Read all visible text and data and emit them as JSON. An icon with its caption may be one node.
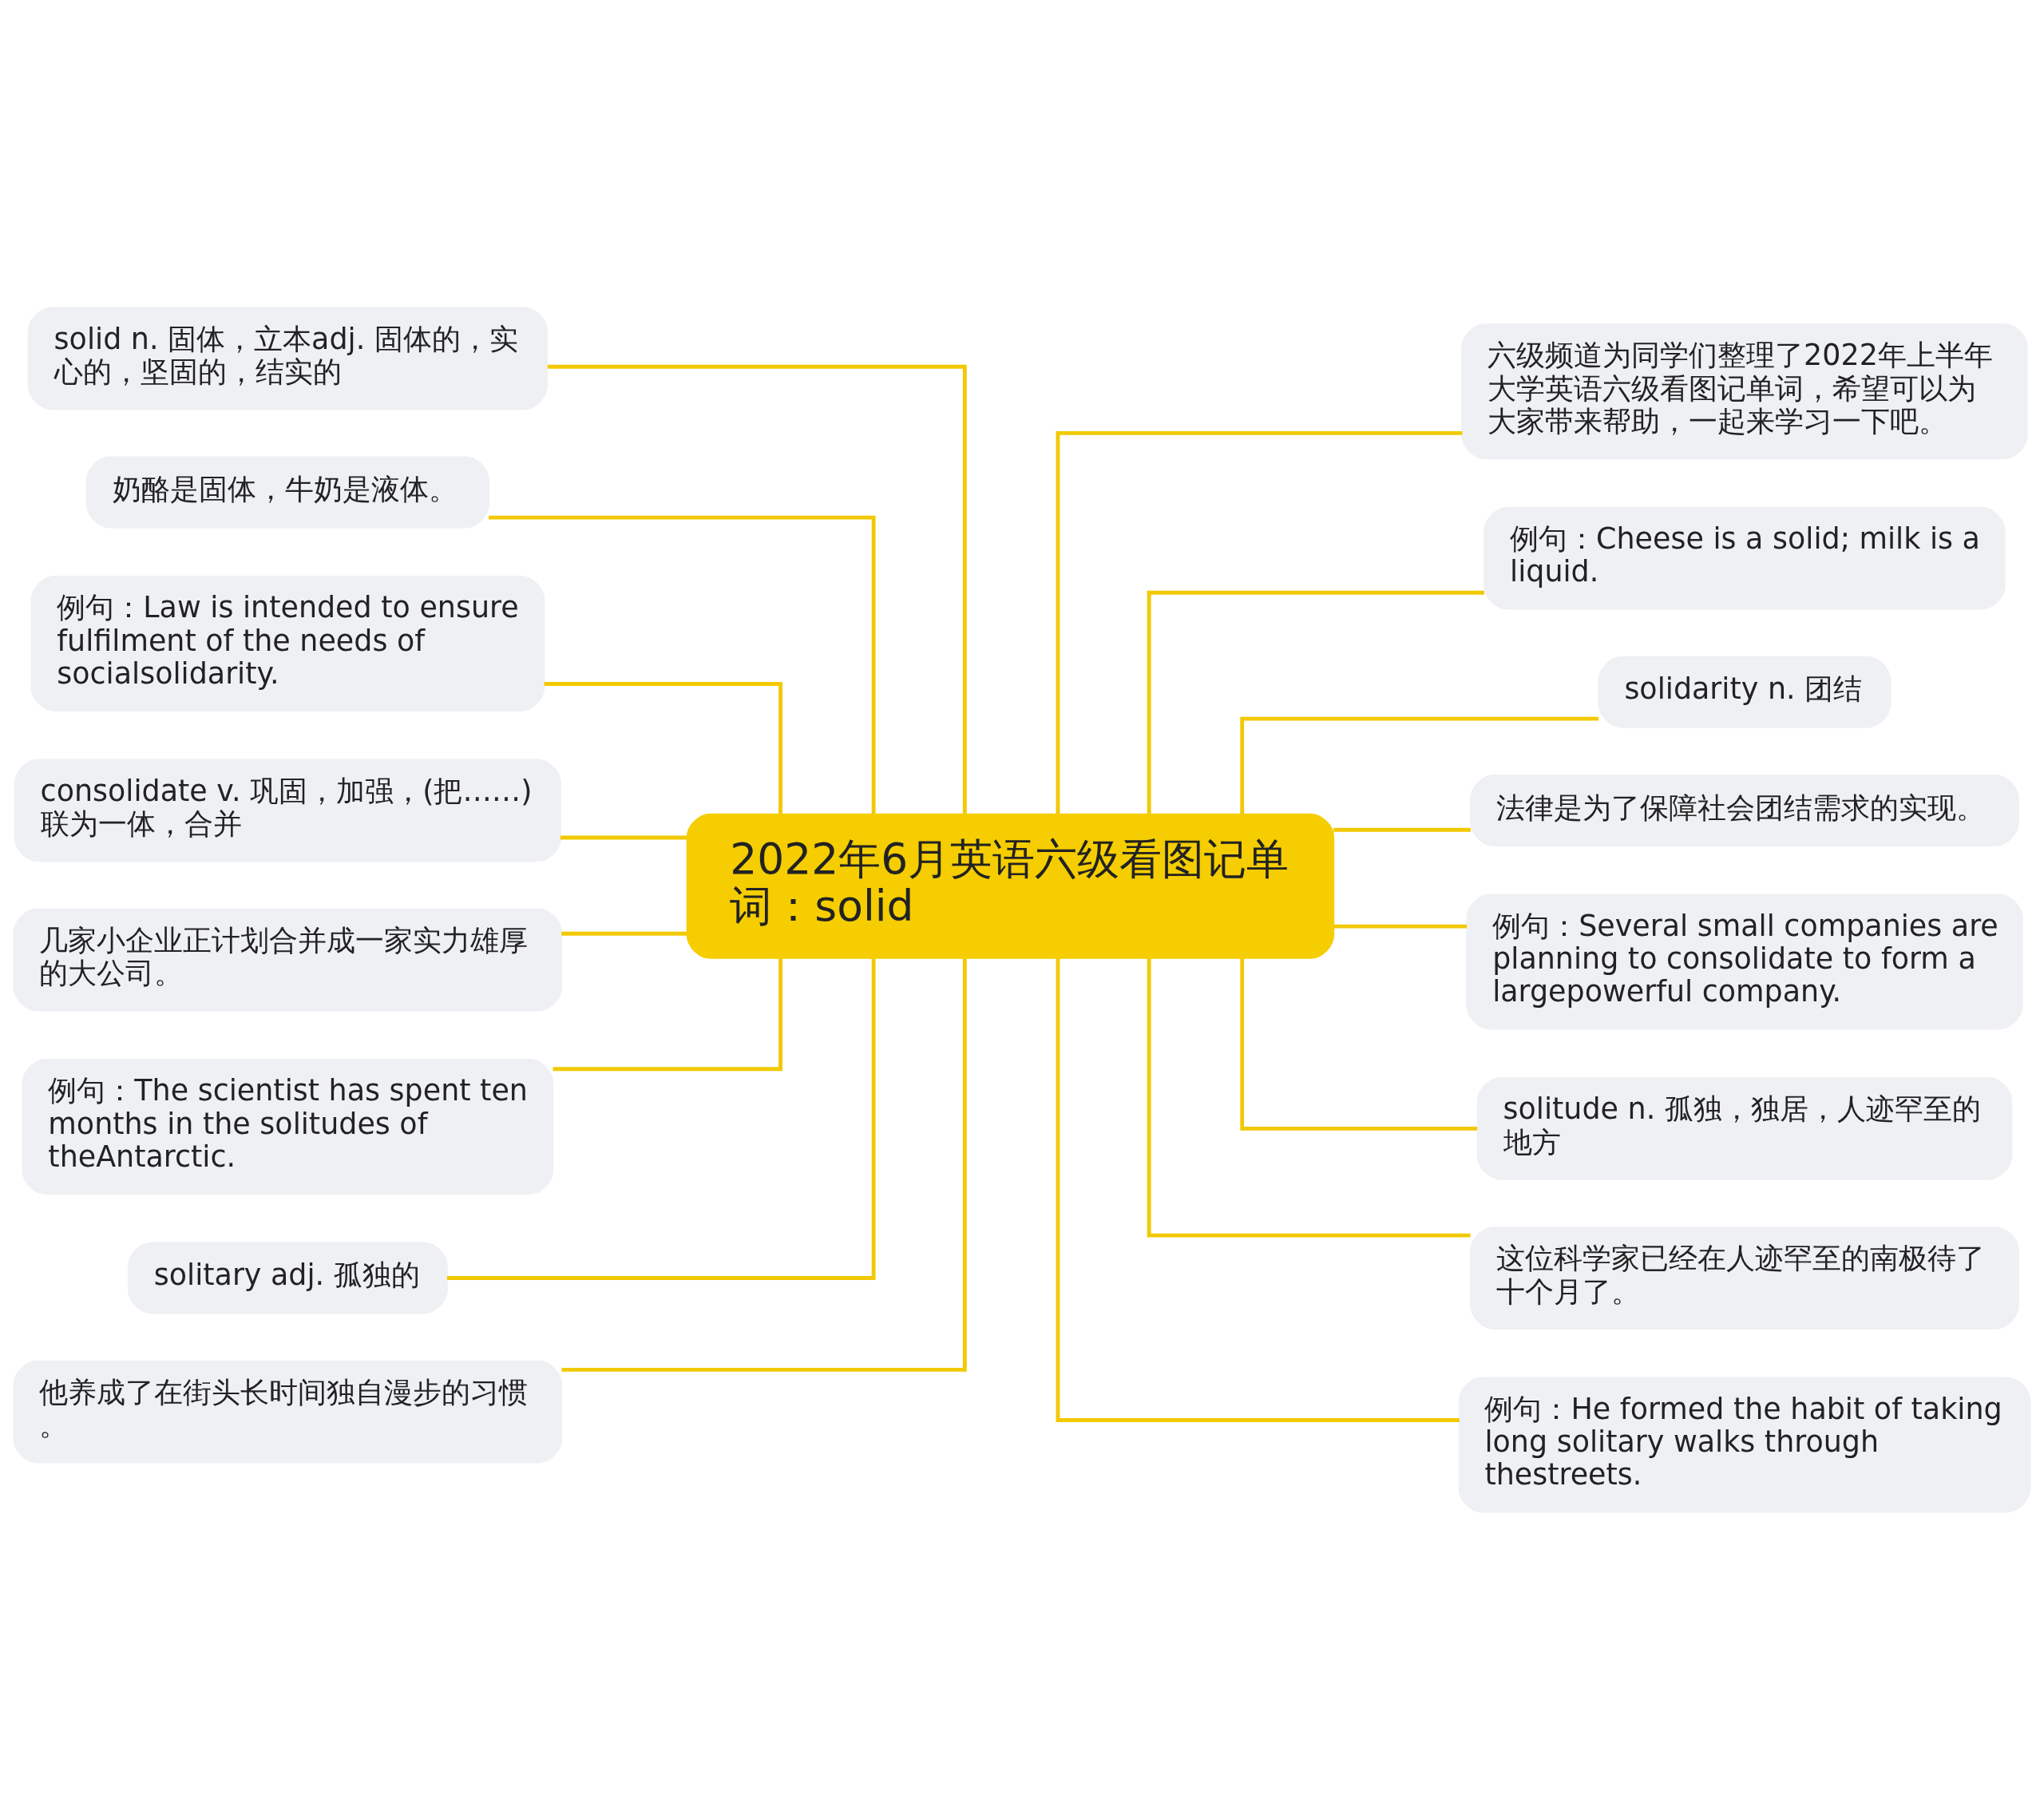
{
  "diagram": {
    "nodes": [
      {
        "text": [
          "2022年6月英语六级看图记单词：solid"
        ]
      },
      {
        "text": [
          "solid n. 固体，立本adj. 固体的，实心的，坚固的，结实的"
        ]
      },
      {
        "text": [
          "奶酪是固体，牛奶是液体。"
        ]
      },
      {
        "text": [
          "例句：Law is intended to ensure fulfilment of the needs of socialsolidarity."
        ]
      },
      {
        "text": [
          "consolidate v. 巩固，加强，(把……)联为一体，合并"
        ]
      },
      {
        "text": [
          "几家小企业正计划合并成一家实力雄厚的大公司。"
        ]
      },
      {
        "text": [
          "例句：The scientist has spent ten months in the solitudes of theAntarctic."
        ]
      },
      {
        "text": [
          "solitary adj. 孤独的"
        ]
      },
      {
        "text": [
          "他养成了在街头长时间独自漫步的习惯。"
        ]
      },
      {
        "text": [
          "六级频道为同学们整理了2022年上半年大学英语六级看图记单词，希望可以为大家带来帮助，一起来学习一下吧。"
        ]
      },
      {
        "text": [
          "例句：Cheese is a solid; milk is a liquid."
        ]
      },
      {
        "text": [
          "solidarity n. 团结"
        ]
      },
      {
        "text": [
          "法律是为了保障社会团结需求的实现。"
        ]
      },
      {
        "text": [
          "例句：Several small companies are planning to consolidate to form a largepowerful company."
        ]
      },
      {
        "text": [
          "solitude n. 孤独，独居，人迹罕至的地方"
        ]
      },
      {
        "text": [
          "这位科学家已经在人迹罕至的南极待了十个月了。"
        ]
      },
      {
        "text": [
          "例句：He formed the habit of taking long solitary walks through thestreets."
        ]
      }
    ],
    "edges": [
      {
        "from": 0,
        "to": 1,
        "arrow": "none"
      },
      {
        "from": 0,
        "to": 2,
        "arrow": "none"
      },
      {
        "from": 0,
        "to": 3,
        "arrow": "none"
      },
      {
        "from": 0,
        "to": 4,
        "arrow": "none"
      },
      {
        "from": 0,
        "to": 5,
        "arrow": "none"
      },
      {
        "from": 0,
        "to": 6,
        "arrow": "none"
      },
      {
        "from": 0,
        "to": 7,
        "arrow": "none"
      },
      {
        "from": 0,
        "to": 8,
        "arrow": "none"
      },
      {
        "from": 0,
        "to": 9,
        "arrow": "none"
      },
      {
        "from": 0,
        "to": 10,
        "arrow": "none"
      },
      {
        "from": 0,
        "to": 11,
        "arrow": "none"
      },
      {
        "from": 0,
        "to": 12,
        "arrow": "none"
      },
      {
        "from": 0,
        "to": 13,
        "arrow": "none"
      },
      {
        "from": 0,
        "to": 14,
        "arrow": "none"
      },
      {
        "from": 0,
        "to": 15,
        "arrow": "none"
      },
      {
        "from": 0,
        "to": 16,
        "arrow": "none"
      }
    ]
  }
}
